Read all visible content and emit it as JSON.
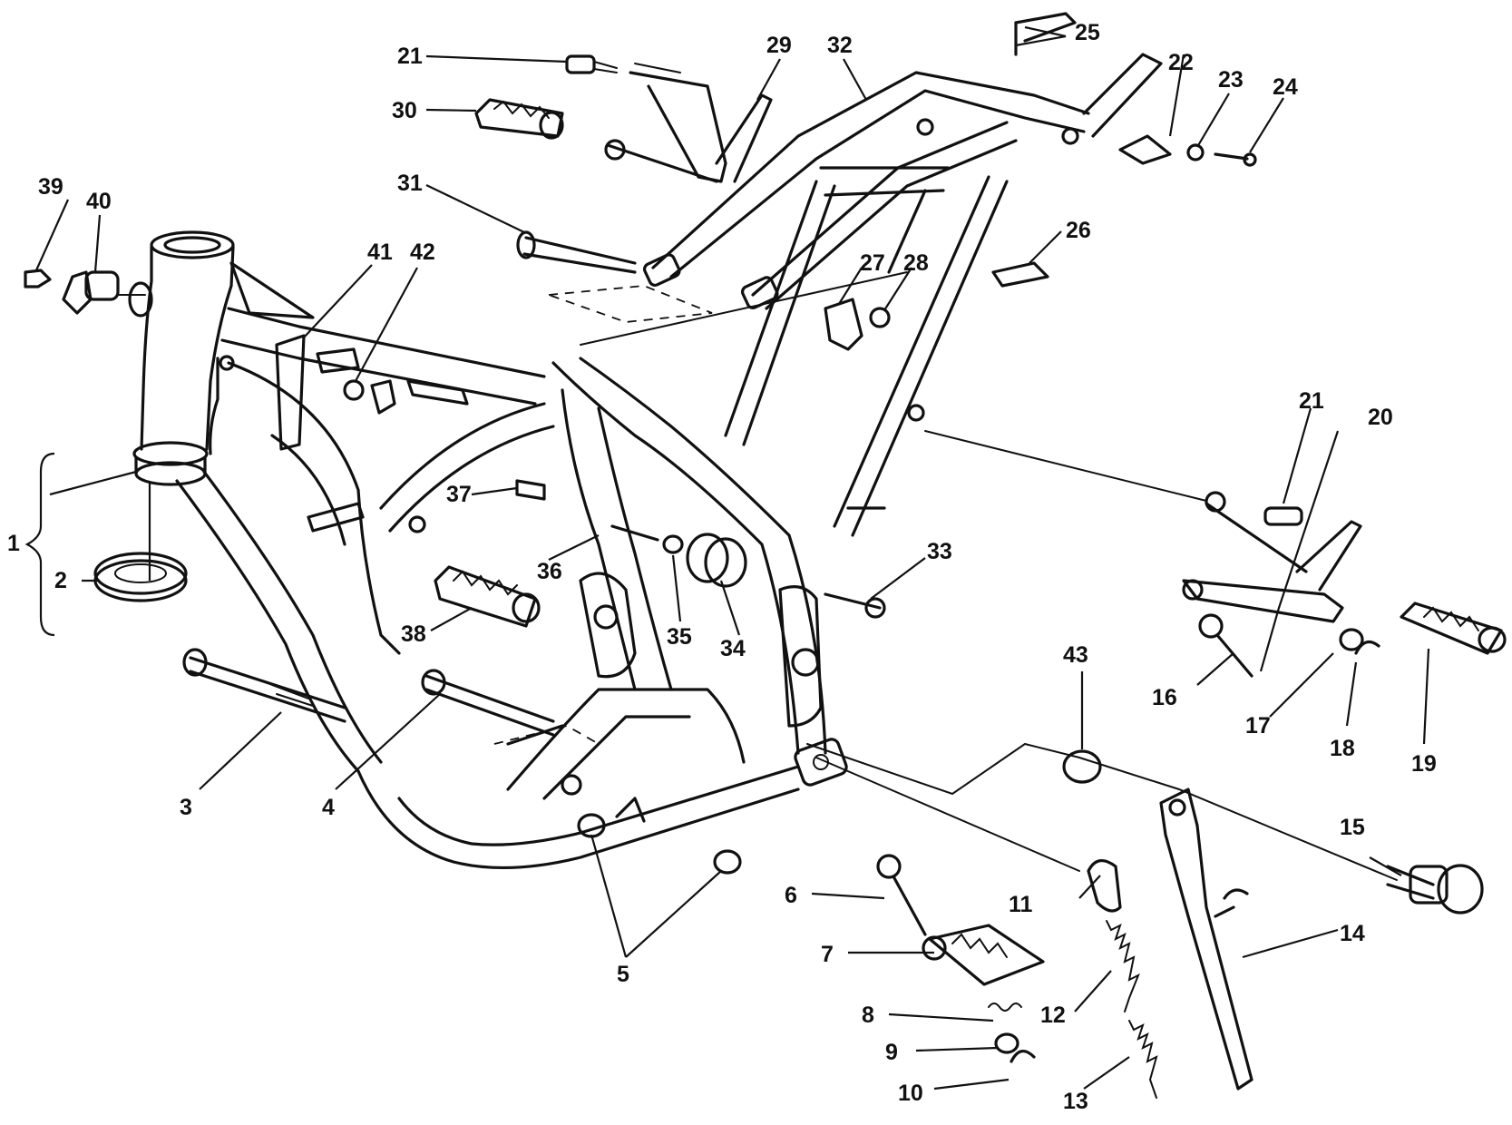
{
  "diagram": {
    "callouts": [
      {
        "id": "1",
        "label": "1"
      },
      {
        "id": "2",
        "label": "2"
      },
      {
        "id": "3",
        "label": "3"
      },
      {
        "id": "4",
        "label": "4"
      },
      {
        "id": "5",
        "label": "5"
      },
      {
        "id": "6",
        "label": "6"
      },
      {
        "id": "7",
        "label": "7"
      },
      {
        "id": "8",
        "label": "8"
      },
      {
        "id": "9",
        "label": "9"
      },
      {
        "id": "10",
        "label": "10"
      },
      {
        "id": "11",
        "label": "11"
      },
      {
        "id": "12",
        "label": "12"
      },
      {
        "id": "13",
        "label": "13"
      },
      {
        "id": "14",
        "label": "14"
      },
      {
        "id": "15",
        "label": "15"
      },
      {
        "id": "16",
        "label": "16"
      },
      {
        "id": "17",
        "label": "17"
      },
      {
        "id": "18",
        "label": "18"
      },
      {
        "id": "19",
        "label": "19"
      },
      {
        "id": "20",
        "label": "20"
      },
      {
        "id": "21a",
        "label": "21"
      },
      {
        "id": "21b",
        "label": "21"
      },
      {
        "id": "22",
        "label": "22"
      },
      {
        "id": "23",
        "label": "23"
      },
      {
        "id": "24",
        "label": "24"
      },
      {
        "id": "25",
        "label": "25"
      },
      {
        "id": "26",
        "label": "26"
      },
      {
        "id": "27",
        "label": "27"
      },
      {
        "id": "28",
        "label": "28"
      },
      {
        "id": "29",
        "label": "29"
      },
      {
        "id": "30",
        "label": "30"
      },
      {
        "id": "31",
        "label": "31"
      },
      {
        "id": "32",
        "label": "32"
      },
      {
        "id": "33",
        "label": "33"
      },
      {
        "id": "34",
        "label": "34"
      },
      {
        "id": "35",
        "label": "35"
      },
      {
        "id": "36",
        "label": "36"
      },
      {
        "id": "37",
        "label": "37"
      },
      {
        "id": "38",
        "label": "38"
      },
      {
        "id": "39",
        "label": "39"
      },
      {
        "id": "40",
        "label": "40"
      },
      {
        "id": "41",
        "label": "41"
      },
      {
        "id": "42",
        "label": "42"
      },
      {
        "id": "43",
        "label": "43"
      }
    ]
  }
}
